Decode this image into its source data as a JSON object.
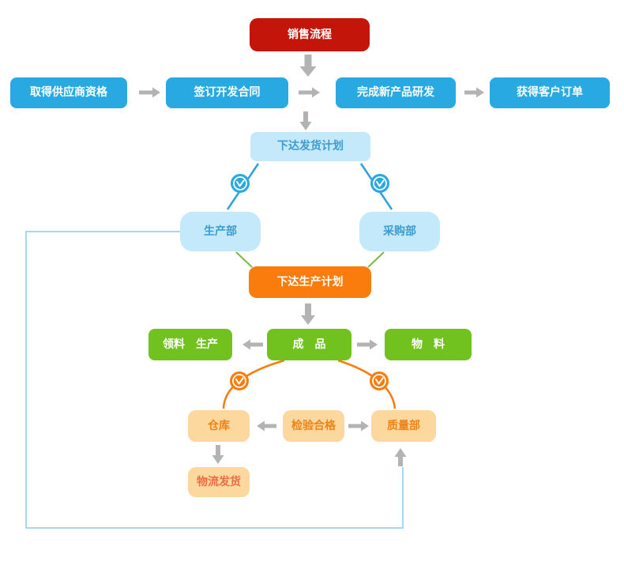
{
  "diagram": {
    "title": "销售流程",
    "nodes": {
      "sales_process": "销售流程",
      "supplier_qualification": "取得供应商资格",
      "development_contract": "签订开发合同",
      "new_product_rnd": "完成新产品研发",
      "customer_order": "获得客户订单",
      "delivery_plan": "下达发货计划",
      "production_dept": "生产部",
      "purchasing_dept": "采购部",
      "production_plan": "下达生产计划",
      "picking_production": "领料　生产",
      "finished_product": "成　品",
      "material": "物　料",
      "warehouse": "仓库",
      "inspection_passed": "检验合格",
      "quality_dept": "质量部",
      "logistics_delivery": "物流发货"
    },
    "icons": {
      "clock_blue_left": "clock-icon",
      "clock_blue_right": "clock-icon",
      "clock_orange_left": "clock-icon",
      "clock_orange_right": "clock-icon"
    },
    "colors": {
      "start_red": "#c4150a",
      "process_blue": "#29a9e1",
      "light_blue_fill": "#c3e9fa",
      "light_blue_text": "#3d9bd0",
      "plan_orange": "#f97c0c",
      "product_green": "#71c21e",
      "quality_peach": "#fcd79e",
      "peach_text": "#ef8316",
      "logistics_text": "#ed6b44",
      "arrow_gray": "#b3b3b3",
      "loop_line_blue": "#a6d9ee",
      "link_green": "#7cb942"
    }
  }
}
